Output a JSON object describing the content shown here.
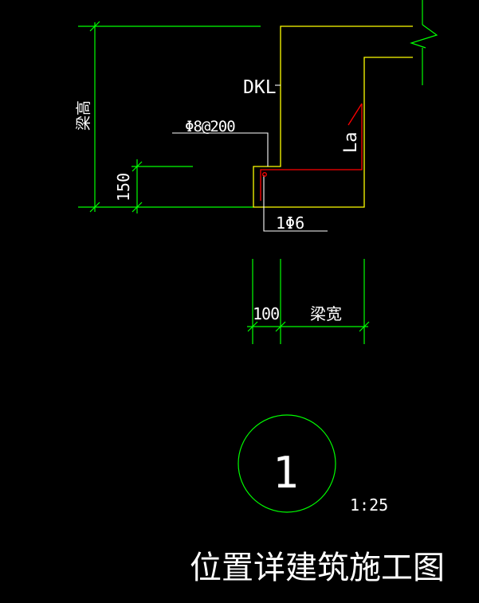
{
  "labels": {
    "beam_name": "DKL",
    "stirrup_spec": "Φ8@200",
    "bottom_bar": "1Φ6",
    "beam_height": "梁高",
    "dim_150": "150",
    "dim_100": "100",
    "beam_width": "梁宽",
    "anchorage": "La",
    "detail_number": "1",
    "scale": "1:25",
    "title": "位置详建筑施工图"
  },
  "colors": {
    "background": "#000000",
    "dimension": "#00ff00",
    "outline": "#ffff00",
    "rebar": "#ff0000",
    "text": "#ffffff"
  }
}
